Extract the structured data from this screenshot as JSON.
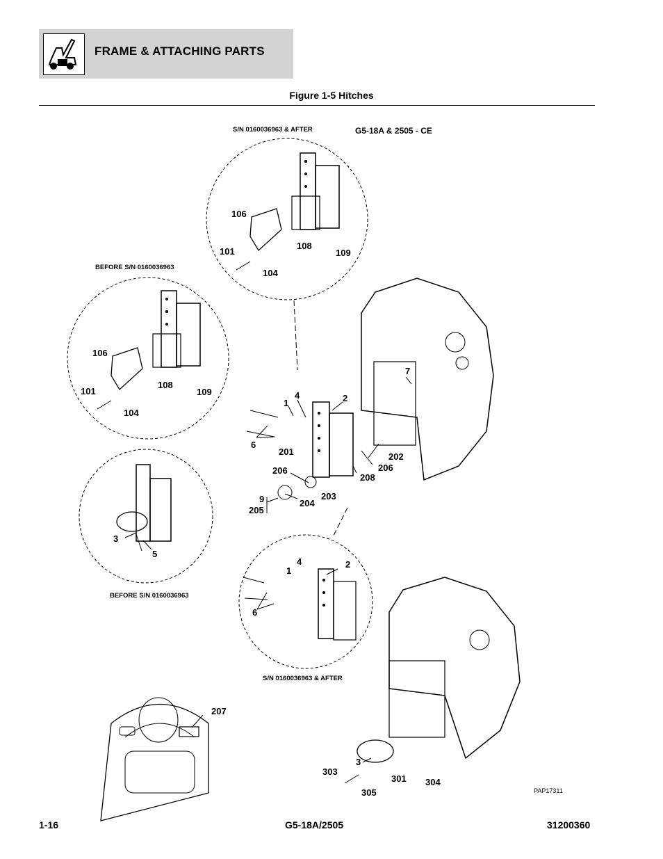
{
  "header": {
    "title": "FRAME & ATTACHING PARTS",
    "logo_icon": "forklift-icon"
  },
  "figure": {
    "title": "Figure 1-5 Hitches"
  },
  "captions": {
    "top_sn": "S/N 0160036963 & AFTER",
    "model": "G5-18A & 2505 - CE",
    "before_top": "BEFORE S/N 0160036963",
    "before_bottom": "BEFORE S/N 0160036963",
    "after_bottom": "S/N 0160036963 & AFTER"
  },
  "labels": {
    "l106a": "106",
    "l101a": "101",
    "l104a": "104",
    "l108a": "108",
    "l109a": "109",
    "l106b": "106",
    "l101b": "101",
    "l104b": "104",
    "l108b": "108",
    "l109b": "109",
    "l7": "7",
    "l4a": "4",
    "l1a": "1",
    "l2a": "2",
    "l6a": "6",
    "l201": "201",
    "l202": "202",
    "l206a": "206",
    "l206b": "206",
    "l208": "208",
    "l203": "203",
    "l204": "204",
    "l9": "9",
    "l205": "205",
    "l3a": "3",
    "l5": "5",
    "l4b": "4",
    "l1b": "1",
    "l2b": "2",
    "l6b": "6",
    "l207": "207",
    "l3b": "3",
    "l303": "303",
    "l301": "301",
    "l305": "305",
    "l304": "304"
  },
  "drawing_id": "PAP17311",
  "footer": {
    "page": "1-16",
    "model": "G5-18A/2505",
    "doc_number": "31200360"
  }
}
